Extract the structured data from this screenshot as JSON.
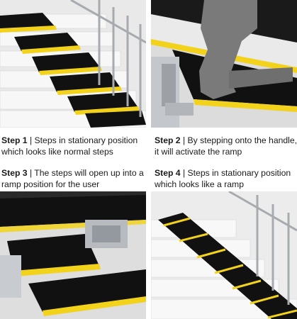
{
  "steps": [
    {
      "label": "Step 1",
      "separator": " | ",
      "line1": "Steps in stationary position",
      "line2": "which looks like normal steps"
    },
    {
      "label": "Step 2",
      "separator": " | ",
      "line1": "By stepping onto the handle,",
      "line2": "it will activate the ramp"
    },
    {
      "label": "Step 3",
      "separator": " | ",
      "line1": "The steps will open up into a",
      "line2": "ramp position for the user"
    },
    {
      "label": "Step 4",
      "separator": " | ",
      "line1": "Steps in stationary position",
      "line2": "which looks like a ramp"
    }
  ],
  "colors": {
    "tread_black": "#111111",
    "stripe_yellow": "#f2d21a",
    "stair_white": "#eeeeee",
    "metal": "#b9bcc0",
    "silhouette": "#777777"
  }
}
